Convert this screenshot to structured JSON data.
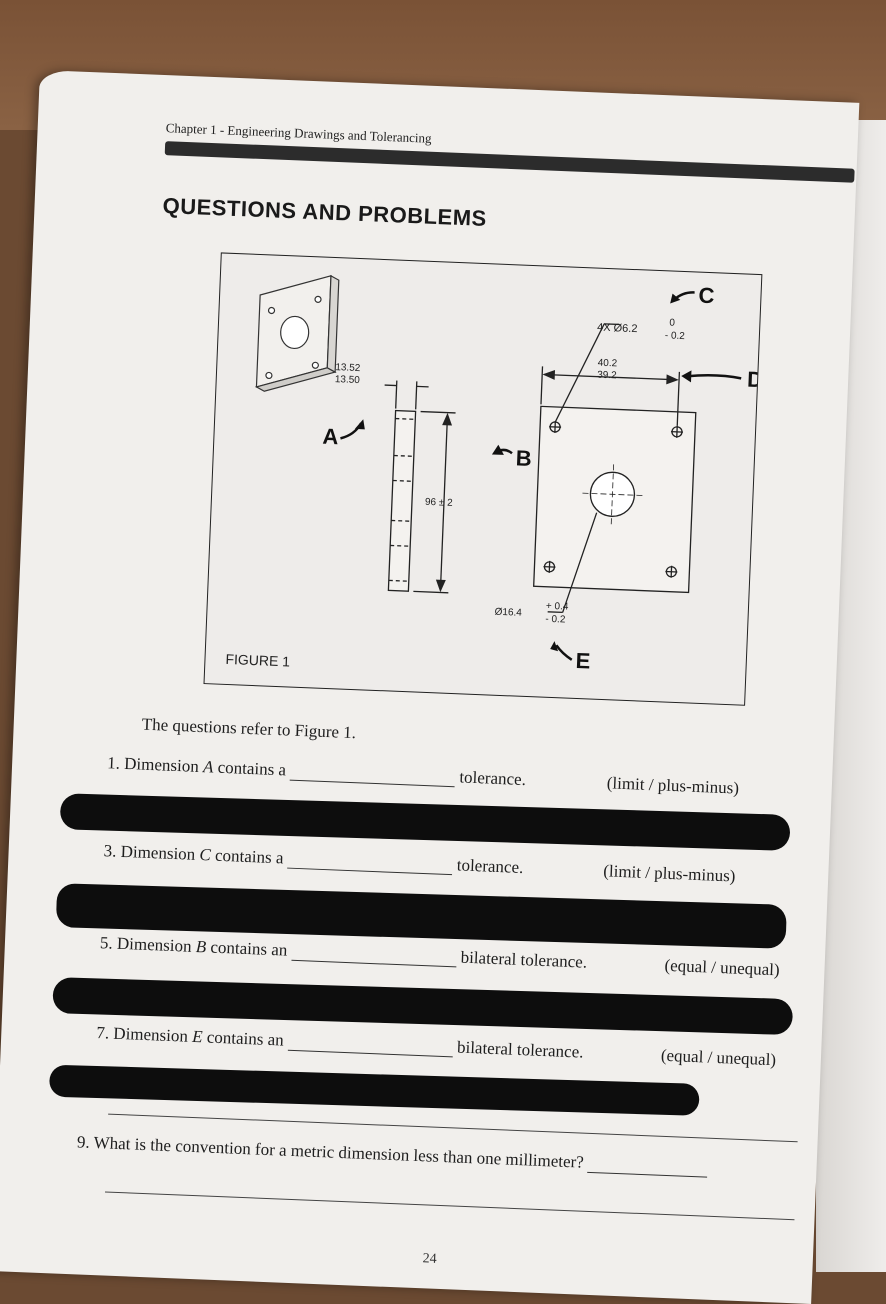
{
  "header": {
    "chapter": "Chapter 1 - Engineering Drawings and Tolerancing",
    "title": "QUESTIONS AND PROBLEMS"
  },
  "figure": {
    "caption": "FIGURE 1",
    "labels": {
      "A": "A",
      "B": "B",
      "C": "C",
      "D": "D",
      "E": "E"
    },
    "dims": {
      "a_upper": "13.52",
      "a_lower": "13.50",
      "b": "96 ± 2",
      "c_main": "4X  Ø6.2",
      "c_upper": "0",
      "c_lower": "- 0.2",
      "d_upper": "40.2",
      "d_lower": "39.2",
      "e_main": "Ø16.4",
      "e_upper": "+ 0.4",
      "e_lower": "- 0.2"
    }
  },
  "intro": "The questions refer to Figure 1.",
  "questions": {
    "q1": {
      "num": "1.",
      "prefix": "Dimension ",
      "letter": "A",
      "suffix": " contains a",
      "after": "tolerance.",
      "options": "(limit / plus-minus)"
    },
    "q3": {
      "num": "3.",
      "prefix": "Dimension ",
      "letter": "C",
      "suffix": " contains a",
      "after": "tolerance.",
      "options": "(limit / plus-minus)"
    },
    "q5": {
      "num": "5.",
      "prefix": "Dimension ",
      "letter": "B",
      "suffix": " contains an",
      "after": "bilateral tolerance.",
      "options": "(equal / unequal)"
    },
    "q7": {
      "num": "7.",
      "prefix": "Dimension ",
      "letter": "E",
      "suffix": " contains an",
      "after": "bilateral tolerance.",
      "options": "(equal / unequal)"
    },
    "q9": {
      "num": "9.",
      "text": "What is the convention for a metric dimension less than one millimeter?"
    }
  },
  "page_number": "24"
}
